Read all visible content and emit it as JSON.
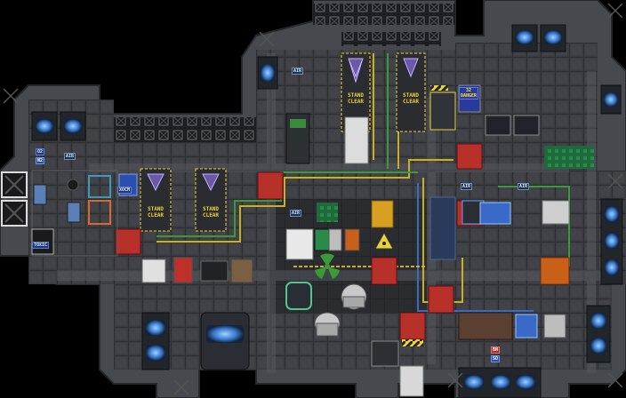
{
  "labels": {
    "stand_clear": "STAND\nCLEAR",
    "air": "AIR",
    "o2": "O2",
    "n2": "N2",
    "xocm": "XOCM",
    "toxic": "TOXIC",
    "danger": "32\nDANGER",
    "bn": "BN",
    "so": "SO"
  },
  "colors": {
    "space": "#000000",
    "hull": "#4a4d52",
    "hull_dark": "#2b2d31",
    "floor": "#3a3c40",
    "grid": "#303236",
    "window": "#1a2a36",
    "warning": "#e8d23a",
    "pipe_yellow": "#c8b020",
    "pipe_green": "#3a9a3a",
    "pipe_blue": "#3a6ac8",
    "locker_red": "#b8302a",
    "engine_blue": "#4fa3ff"
  },
  "icons": [
    "engine-thruster-icon",
    "shuttle-icon",
    "airlock-icon",
    "radiation-icon",
    "locker-icon",
    "vending-icon",
    "computer-icon"
  ]
}
